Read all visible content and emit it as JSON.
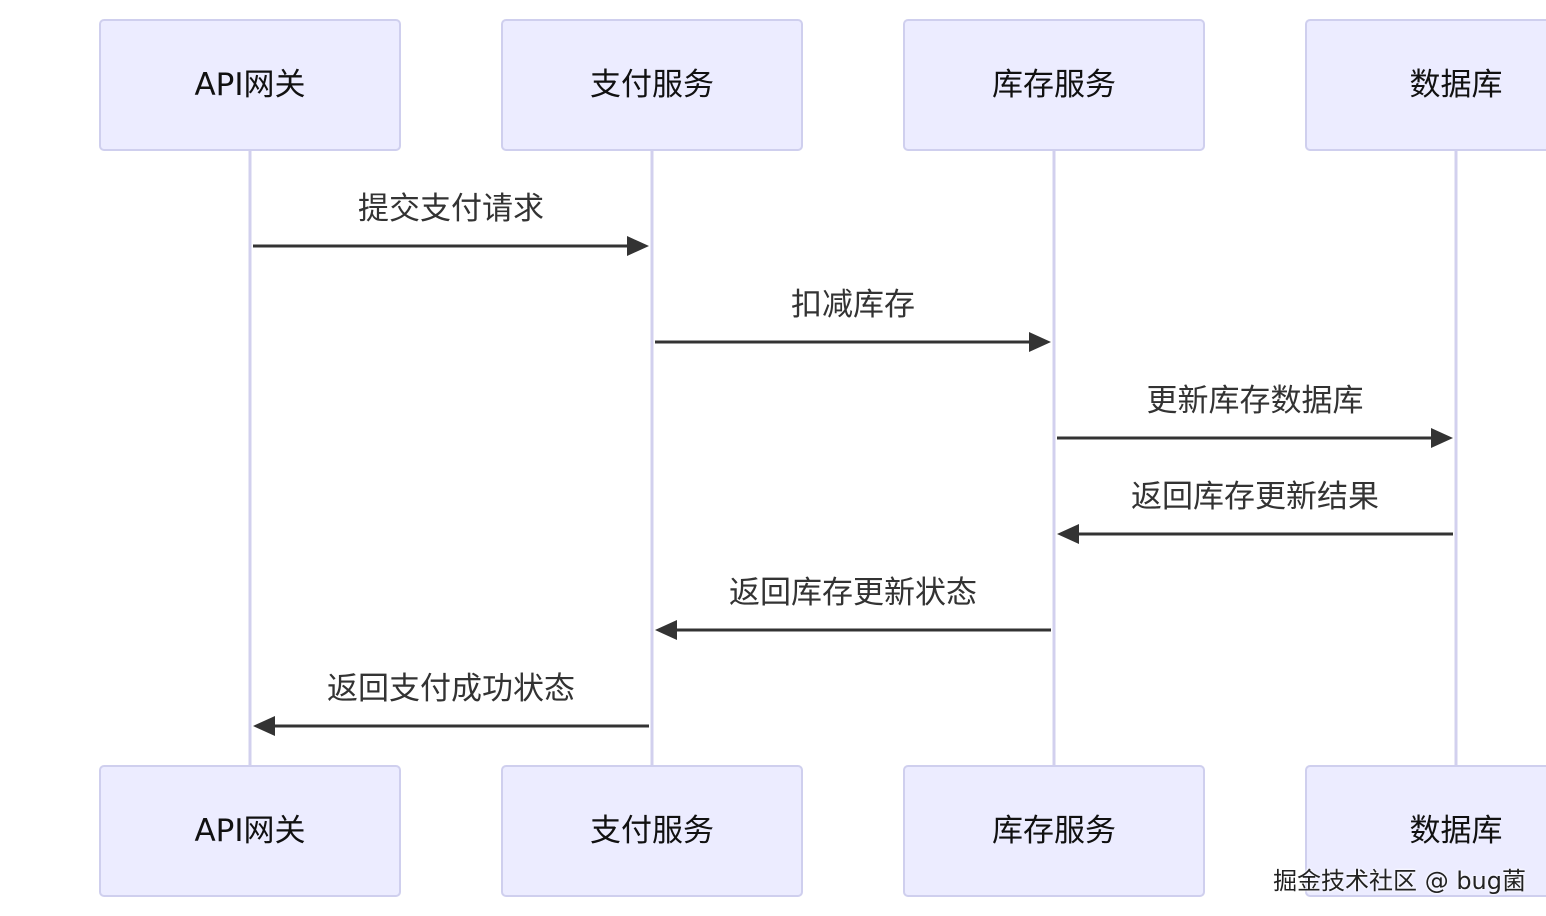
{
  "participants": [
    {
      "id": "gateway",
      "label": "API网关"
    },
    {
      "id": "payment",
      "label": "支付服务"
    },
    {
      "id": "inventory",
      "label": "库存服务"
    },
    {
      "id": "database",
      "label": "数据库"
    }
  ],
  "messages": [
    {
      "from": "gateway",
      "to": "payment",
      "label": "提交支付请求"
    },
    {
      "from": "payment",
      "to": "inventory",
      "label": "扣减库存"
    },
    {
      "from": "inventory",
      "to": "database",
      "label": "更新库存数据库"
    },
    {
      "from": "database",
      "to": "inventory",
      "label": "返回库存更新结果"
    },
    {
      "from": "inventory",
      "to": "payment",
      "label": "返回库存更新状态"
    },
    {
      "from": "payment",
      "to": "gateway",
      "label": "返回支付成功状态"
    }
  ],
  "watermark": "掘金技术社区 @ bug菌"
}
